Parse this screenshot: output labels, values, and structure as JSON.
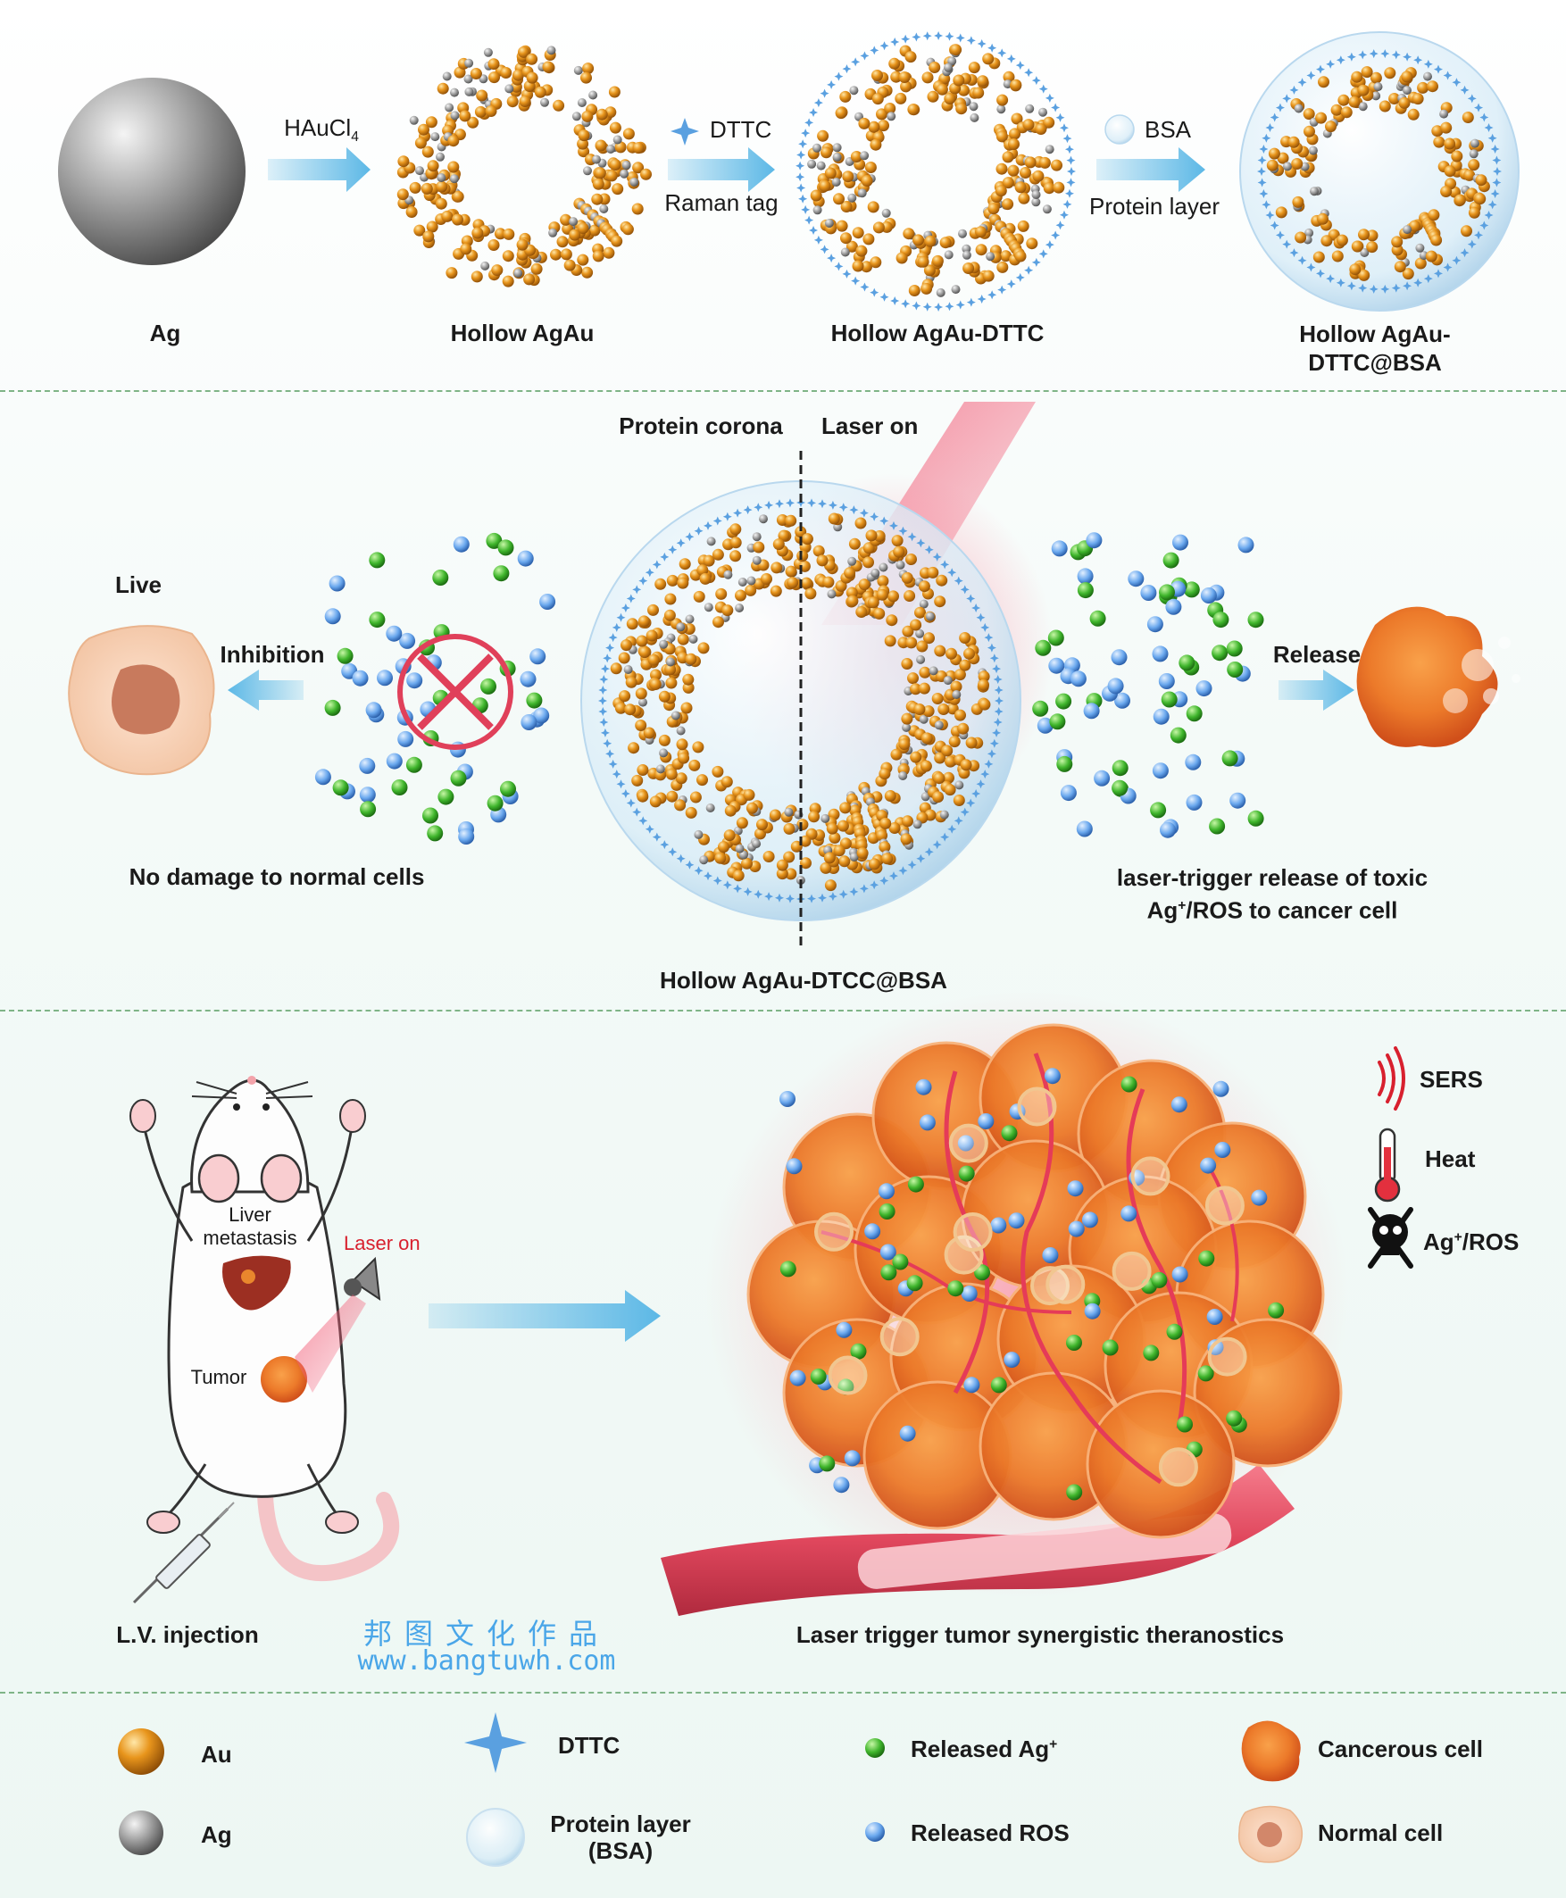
{
  "panel1": {
    "stages": [
      {
        "label": "Ag"
      },
      {
        "label": "Hollow AgAu"
      },
      {
        "label": "Hollow AgAu-DTTC"
      },
      {
        "label_line1": "Hollow AgAu-",
        "label_line2": "DTTC@BSA"
      }
    ],
    "arrow1": {
      "reagent": "HAuCl",
      "subscript": "4"
    },
    "arrow2": {
      "reagent": "DTTC",
      "caption": "Raman tag"
    },
    "arrow3": {
      "reagent": "BSA",
      "caption": "Protein layer"
    }
  },
  "panel2": {
    "left_heading": "Protein corona",
    "right_heading": "Laser on",
    "live_label": "Live",
    "inhibition_label": "Inhibition",
    "release_label": "Release",
    "left_caption": "No damage to normal cells",
    "right_caption_line1": "laser-trigger release of toxic",
    "right_caption_line2_a": "Ag",
    "right_caption_line2_sup": "+",
    "right_caption_line2_b": "/ROS to cancer cell",
    "bottom_caption": "Hollow AgAu-DTCC@BSA"
  },
  "panel3": {
    "liver_label_line1": "Liver",
    "liver_label_line2": "metastasis",
    "laser_label": "Laser on",
    "tumor_label": "Tumor",
    "injection_label": "L.V. injection",
    "theranostics_caption": "Laser trigger tumor synergistic theranostics",
    "effects": [
      {
        "icon": "sers-wave-icon",
        "label": "SERS"
      },
      {
        "icon": "thermometer-icon",
        "label": "Heat"
      },
      {
        "icon": "skull-icon",
        "label_a": "Ag",
        "label_sup": "+",
        "label_b": "/ROS"
      }
    ],
    "watermark_line1": "邦图文化作品",
    "watermark_line2": "www.bangtuwh.com"
  },
  "legend": {
    "items": [
      {
        "icon": "gold-sphere-icon",
        "label": "Au"
      },
      {
        "icon": "silver-sphere-icon",
        "label": "Ag"
      },
      {
        "icon": "dttc-star-icon",
        "label": "DTTC"
      },
      {
        "icon": "protein-layer-icon",
        "label_line1": "Protein layer",
        "label_line2": "(BSA)"
      },
      {
        "icon": "green-dot-icon",
        "label_a": "Released Ag",
        "label_sup": "+"
      },
      {
        "icon": "blue-dot-icon",
        "label": "Released ROS"
      },
      {
        "icon": "cancer-cell-icon",
        "label": "Cancerous cell"
      },
      {
        "icon": "normal-cell-icon",
        "label": "Normal cell"
      }
    ]
  },
  "colors": {
    "gold": "#e8951c",
    "silver": "#b8b8b8",
    "green_ion": "#3fb52c",
    "blue_ros": "#6aa8ee",
    "arrow": "#5cb8e6",
    "laser": "#f2607a",
    "separator": "#7fb487"
  }
}
